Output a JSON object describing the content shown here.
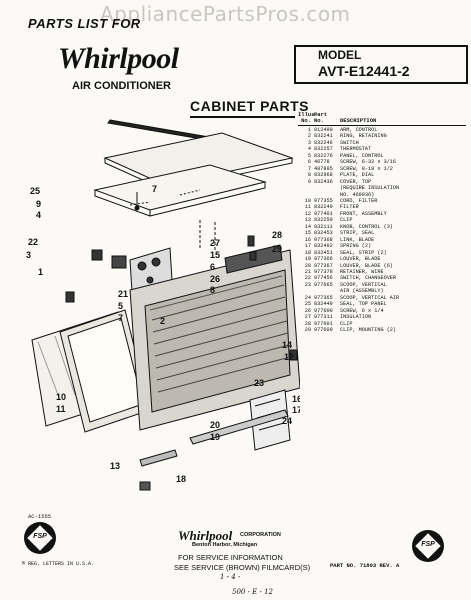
{
  "header": {
    "watermark": "AppliancePartsPros.com",
    "parts_list": "PARTS LIST FOR",
    "brand": "Whirlpool",
    "product": "AIR CONDITIONER",
    "model_label": "MODEL",
    "model_number": "AVT-E12441-2",
    "section_title": "CABINET PARTS"
  },
  "parts_table": {
    "headers": {
      "ill": "Illus.",
      "no1": "No.",
      "part": "Part",
      "no2": "No.",
      "desc": "DESCRIPTION"
    },
    "rows": [
      {
        "ill": "1",
        "part": "812490",
        "desc": "ARM, CONTROL"
      },
      {
        "ill": "2",
        "part": "832241",
        "desc": "RING, RETAINING"
      },
      {
        "ill": "3",
        "part": "832246",
        "desc": "SWITCH"
      },
      {
        "ill": "4",
        "part": "832257",
        "desc": "THERMOSTAT"
      },
      {
        "ill": "5",
        "part": "832276",
        "desc": "PANEL, CONTROL"
      },
      {
        "ill": "6",
        "part": "46778",
        "desc": "SCREW, 6-32 x 3/16"
      },
      {
        "ill": "7",
        "part": "487895",
        "desc": "SCREW, 8-18 x 1/2"
      },
      {
        "ill": "8",
        "part": "832968",
        "desc": "PLATE, DIAL"
      },
      {
        "ill": "9",
        "part": "832436",
        "desc": "COVER, TOP"
      },
      {
        "ill": "",
        "part": "",
        "desc": "(REQUIRE INSULATION"
      },
      {
        "ill": "",
        "part": "",
        "desc": "NO. 469936)"
      },
      {
        "ill": "10",
        "part": "977355",
        "desc": "CORD, FILTER"
      },
      {
        "ill": "11",
        "part": "832249",
        "desc": "FILTER"
      },
      {
        "ill": "12",
        "part": "977401",
        "desc": "FRONT, ASSEMBLY"
      },
      {
        "ill": "13",
        "part": "832250",
        "desc": "CLIP"
      },
      {
        "ill": "14",
        "part": "832111",
        "desc": "KNOB, CONTROL (3)"
      },
      {
        "ill": "15",
        "part": "832453",
        "desc": "STRIP, SEAL"
      },
      {
        "ill": "16",
        "part": "977368",
        "desc": "LINK, BLADE"
      },
      {
        "ill": "17",
        "part": "832402",
        "desc": "SPRING (2)"
      },
      {
        "ill": "18",
        "part": "832451",
        "desc": "SEAL, STRIP (2)"
      },
      {
        "ill": "19",
        "part": "977366",
        "desc": "LOUVER, BLADE"
      },
      {
        "ill": "20",
        "part": "977367",
        "desc": "LOUVER, BLADE (6)"
      },
      {
        "ill": "21",
        "part": "977378",
        "desc": "RETAINER, WIRE"
      },
      {
        "ill": "22",
        "part": "977456",
        "desc": "SWITCH, CHANGEOVER"
      },
      {
        "ill": "23",
        "part": "977665",
        "desc": "SCOOP, VERTICAL"
      },
      {
        "ill": "",
        "part": "",
        "desc": "AIR (ASSEMBLY)"
      },
      {
        "ill": "24",
        "part": "977365",
        "desc": "SCOOP, VERTICAL AIR"
      },
      {
        "ill": "25",
        "part": "832449",
        "desc": "SEAL, TOP PANEL"
      },
      {
        "ill": "26",
        "part": "977600",
        "desc": "SCREW, 6 x 1/4"
      },
      {
        "ill": "27",
        "part": "977311",
        "desc": "INSULATION"
      },
      {
        "ill": "28",
        "part": "977601",
        "desc": "CLIP"
      },
      {
        "ill": "29",
        "part": "977609",
        "desc": "CLIP, MOUNTING (2)"
      }
    ]
  },
  "callouts": {
    "c25": "25",
    "c7a": "7",
    "c9": "9",
    "c4": "4",
    "c22": "22",
    "c3": "3",
    "c1": "1",
    "c21": "21",
    "c5": "5",
    "c7b": "7",
    "c27": "27",
    "c15": "15",
    "c6": "6",
    "c26": "26",
    "c8": "8",
    "c28": "28",
    "c29": "29",
    "c2": "2",
    "c10": "10",
    "c11": "11",
    "c14": "14",
    "c12": "12",
    "c23": "23",
    "c16": "16",
    "c17": "17",
    "c24": "24",
    "c20": "20",
    "c19": "19",
    "c13": "13",
    "c18": "18"
  },
  "footer": {
    "ac_code": "AC-1555",
    "logo_text": "FSP",
    "registered": "® REG. LETTERS IN U.S.A.",
    "brand": "Whirlpool",
    "corporation": "CORPORATION",
    "address": "Benton Harbor, Michigan",
    "service1": "FOR SERVICE INFORMATION",
    "service2": "SEE SERVICE (BROWN) FILMCARD(S)",
    "part_number": "PART NO. 71803 REV. A",
    "handwriting1": "1 - 4 -",
    "handwriting2": "500 - E - 12"
  }
}
